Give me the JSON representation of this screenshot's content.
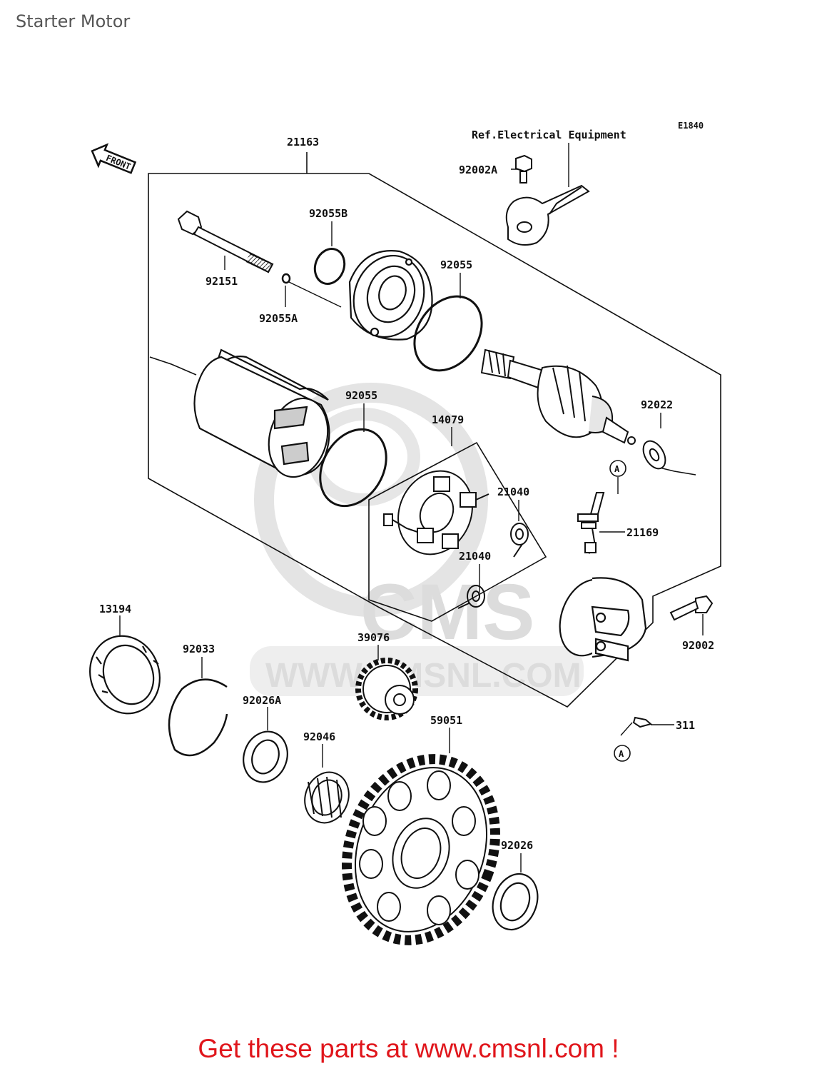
{
  "title": "Starter Motor",
  "footer": {
    "cta": "Get these parts at www.cmsnl.com !"
  },
  "diagram": {
    "code": "E1840",
    "front_label": "FRONT",
    "watermark": {
      "logo": "CMS",
      "url": "WWW.CMSNL.COM"
    },
    "labels": {
      "ref_electrical": "Ref.Electrical Equipment",
      "p21163": "21163",
      "p92002A": "92002A",
      "p92055B": "92055B",
      "p92151": "92151",
      "p92055A": "92055A",
      "p92055_top": "92055",
      "p92055_mid": "92055",
      "p14079": "14079",
      "p92022": "92022",
      "p21040_a": "21040",
      "p21040_b": "21040",
      "p21169": "21169",
      "p13194": "13194",
      "p92033": "92033",
      "p39076": "39076",
      "p92002": "92002",
      "p92026A": "92026A",
      "p92046": "92046",
      "p59051": "59051",
      "p311": "311",
      "p92026": "92026",
      "ref_a1": "A",
      "ref_a2": "A"
    }
  }
}
